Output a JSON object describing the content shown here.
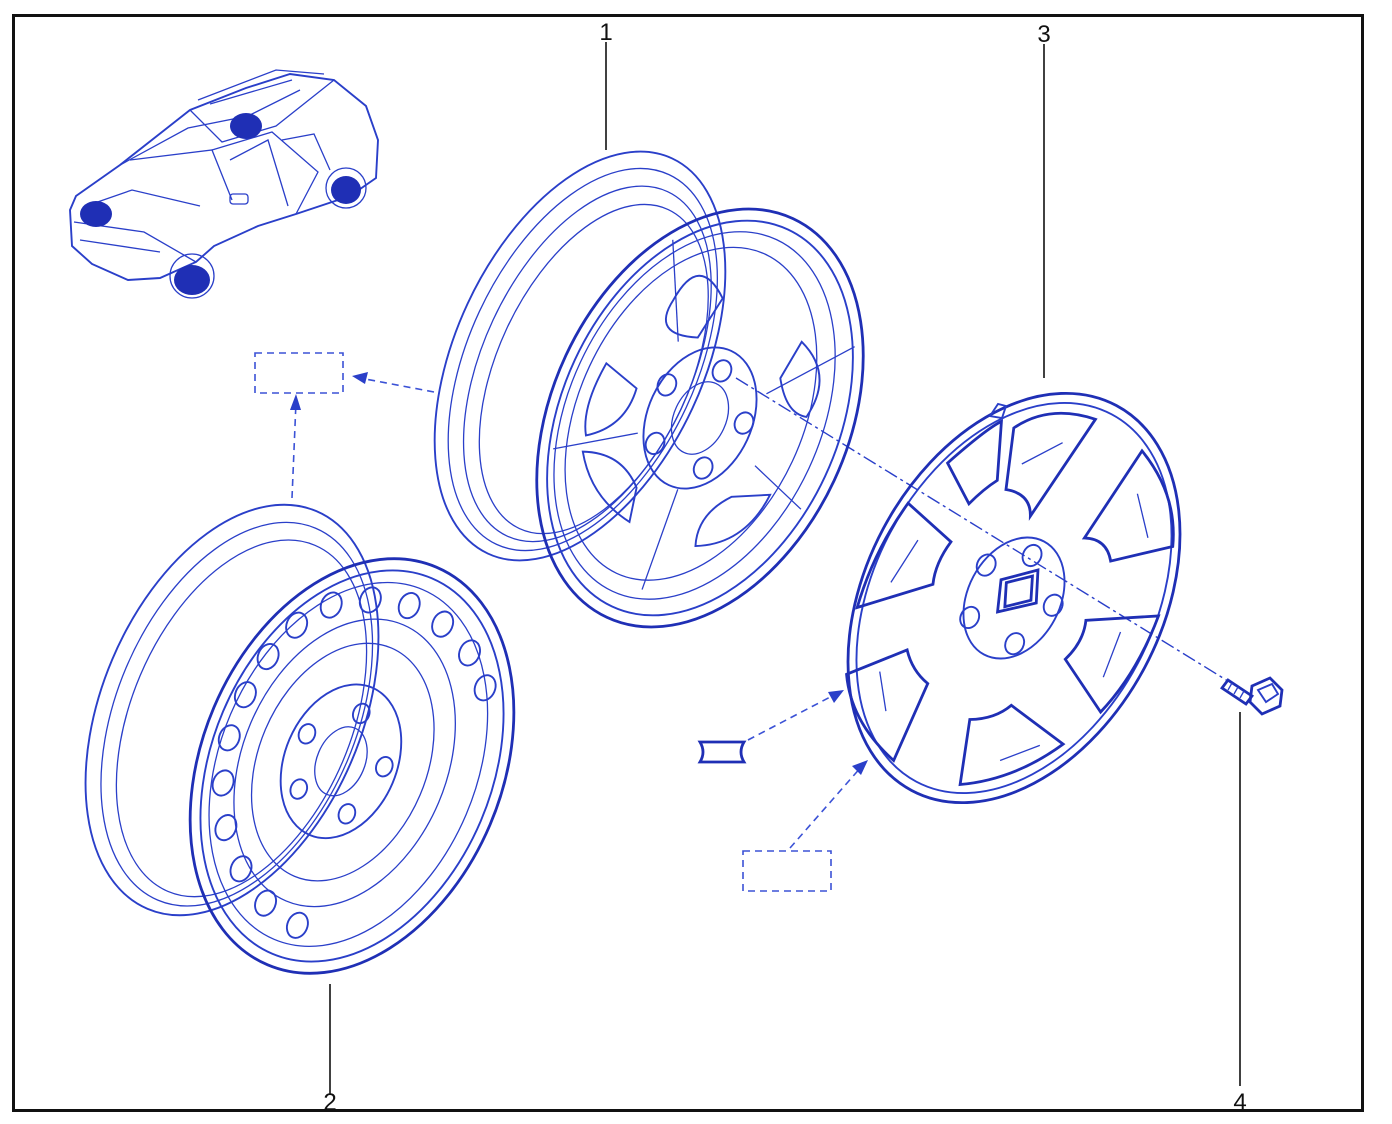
{
  "callouts": {
    "c1": "1",
    "c2": "2",
    "c3": "3",
    "c4": "4"
  },
  "parts": [
    {
      "id": "1",
      "name": "alloy-wheel"
    },
    {
      "id": "2",
      "name": "steel-wheel"
    },
    {
      "id": "3",
      "name": "wheel-trim"
    },
    {
      "id": "4",
      "name": "wheel-bolt"
    }
  ],
  "colors": {
    "line": "#2a3fc9",
    "line_dark": "#1f2fb5",
    "frame": "#111111"
  },
  "icons": [
    "vehicle-locator-icon",
    "reference-box-icon",
    "label-icon"
  ]
}
